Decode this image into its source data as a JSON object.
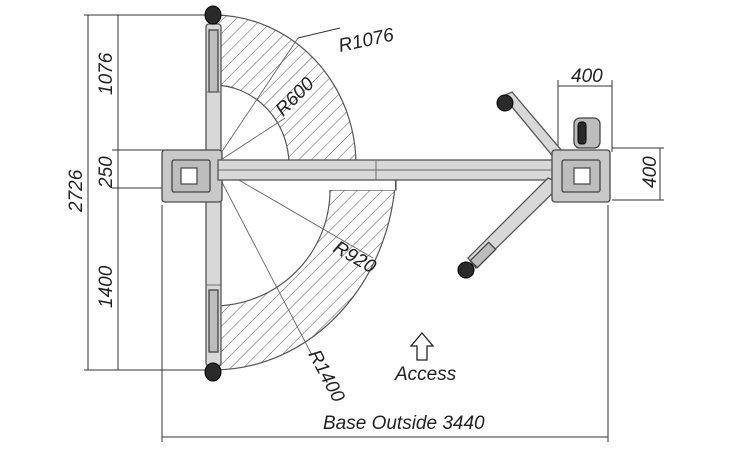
{
  "diagram": {
    "labels": {
      "r1076": "R1076",
      "r600": "R600",
      "r920": "R920",
      "r1400": "R1400",
      "dim_1076": "1076",
      "dim_250": "250",
      "dim_2726": "2726",
      "dim_1400": "1400",
      "dim_400_top": "400",
      "dim_400_right": "400",
      "base_outside": "Base Outside 3440",
      "access": "Access"
    },
    "icons": {
      "access_arrow": "up-arrow-icon"
    },
    "colors": {
      "line": "#333333",
      "arm_fill": "#d8d8d8",
      "wheel": "#2a2a2a"
    }
  }
}
